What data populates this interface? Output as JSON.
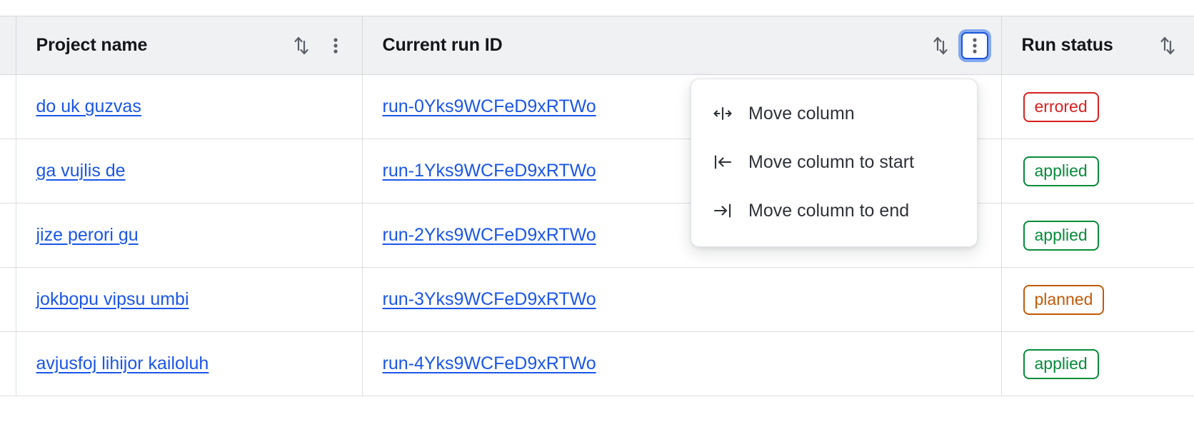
{
  "table": {
    "gutter_header_label": "",
    "columns": [
      {
        "id": "project-name",
        "label": "Project name",
        "sort_icon": "sort-arrows-icon",
        "menu_icon": "kebab-menu-icon",
        "menu_focused": false
      },
      {
        "id": "current-run-id",
        "label": "Current run ID",
        "sort_icon": "sort-arrows-icon",
        "menu_icon": "kebab-menu-icon",
        "menu_focused": true
      },
      {
        "id": "run-status",
        "label": "Run status",
        "sort_icon": "sort-arrows-icon",
        "menu_icon": null,
        "menu_focused": false
      }
    ],
    "rows": [
      {
        "project_name": "do uk guzvas",
        "run_id": "run-0Yks9WCFeD9xRTWo",
        "status": "errored",
        "status_color": "#d91f1f"
      },
      {
        "project_name": "ga vujlis de",
        "run_id": "run-1Yks9WCFeD9xRTWo",
        "status": "applied",
        "status_color": "#068b3a"
      },
      {
        "project_name": "jize perori gu",
        "run_id": "run-2Yks9WCFeD9xRTWo",
        "status": "applied",
        "status_color": "#068b3a"
      },
      {
        "project_name": "jokbopu vipsu umbi",
        "run_id": "run-3Yks9WCFeD9xRTWo",
        "status": "planned",
        "status_color": "#c05a0a"
      },
      {
        "project_name": "avjusfoj lihijor kailoluh",
        "run_id": "run-4Yks9WCFeD9xRTWo",
        "status": "applied",
        "status_color": "#068b3a"
      }
    ]
  },
  "column_menu": {
    "items": [
      {
        "label": "Move column",
        "icon": "move-column-icon"
      },
      {
        "label": "Move column to start",
        "icon": "move-column-to-start-icon"
      },
      {
        "label": "Move column to end",
        "icon": "move-column-to-end-icon"
      }
    ]
  },
  "colors": {
    "link": "#1a56e8",
    "focus_ring": "#84a9f0",
    "focus_border": "#1a56db",
    "header_bg": "#f0f1f3",
    "border": "#d6d8dc",
    "errored": "#d91f1f",
    "applied": "#068b3a",
    "planned": "#c05a0a"
  }
}
